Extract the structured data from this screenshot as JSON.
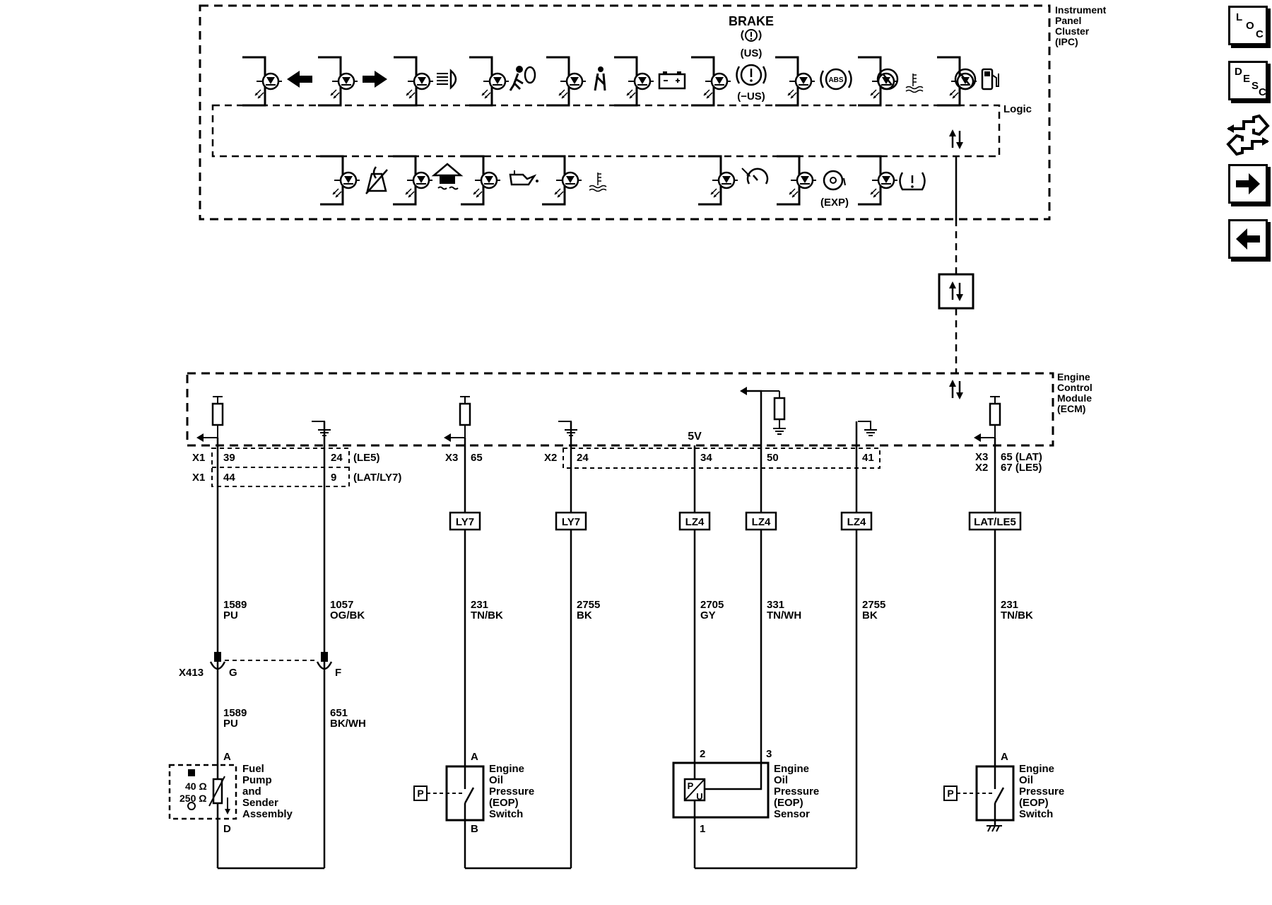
{
  "ipc": {
    "title_lines": [
      "Instrument",
      "Panel",
      "Cluster",
      "(IPC)"
    ],
    "logic_label": "Logic",
    "brake_label": "BRAKE",
    "brake_us": "(US)",
    "brake_nus": "(−US)",
    "exp_label": "(EXP)",
    "abs_label": "ABS"
  },
  "ecm": {
    "title_lines": [
      "Engine",
      "Control",
      "Module",
      "(ECM)"
    ],
    "five_v": "5V"
  },
  "nav": {
    "loc": [
      "L",
      "O",
      "C"
    ],
    "desc": [
      "D",
      "E",
      "S",
      "C"
    ]
  },
  "pins": {
    "x1_a": "X1",
    "p39": "39",
    "p24_a": "24",
    "le5_a": "(LE5)",
    "x1_b": "X1",
    "p44": "44",
    "p9": "9",
    "lat_ly7": "(LAT/LY7)",
    "x3_a": "X3",
    "p65": "65",
    "x2_a": "X2",
    "p24_b": "24",
    "p34": "34",
    "p50": "50",
    "p41": "41",
    "x3_b": "X3",
    "p65_lat": "65 (LAT)",
    "x2_b": "X2",
    "p67_le5": "67 (LE5)"
  },
  "options": {
    "ly7_a": "LY7",
    "ly7_b": "LY7",
    "lz4_a": "LZ4",
    "lz4_b": "LZ4",
    "lz4_c": "LZ4",
    "lat_le5": "LAT/LE5"
  },
  "wires": {
    "w1_num": "1589",
    "w1_col": "PU",
    "w2_num": "1057",
    "w2_col": "OG/BK",
    "w3_num": "231",
    "w3_col": "TN/BK",
    "w4_num": "2755",
    "w4_col": "BK",
    "w5_num": "2705",
    "w5_col": "GY",
    "w6_num": "331",
    "w6_col": "TN/WH",
    "w7_num": "2755",
    "w7_col": "BK",
    "w8_num": "231",
    "w8_col": "TN/BK",
    "w9_num": "1589",
    "w9_col": "PU",
    "w10_num": "651",
    "w10_col": "BK/WH"
  },
  "connector": {
    "name": "X413",
    "pin_g": "G",
    "pin_f": "F"
  },
  "components": {
    "fuel_pump": {
      "lines": [
        "Fuel",
        "Pump",
        "and",
        "Sender",
        "Assembly"
      ],
      "r1": "40 Ω",
      "r2": "250 Ω",
      "pin_a": "A",
      "pin_d": "D"
    },
    "eop_switch_1": {
      "lines": [
        "Engine",
        "Oil",
        "Pressure",
        "(EOP)",
        "Switch"
      ],
      "pin_a": "A",
      "pin_b": "B",
      "p": "P"
    },
    "eop_sensor": {
      "lines": [
        "Engine",
        "Oil",
        "Pressure",
        "(EOP)",
        "Sensor"
      ],
      "pin_2": "2",
      "pin_3": "3",
      "pin_1": "1",
      "p": "P",
      "u": "U"
    },
    "eop_switch_2": {
      "lines": [
        "Engine",
        "Oil",
        "Pressure",
        "(EOP)",
        "Switch"
      ],
      "pin_a": "A",
      "p": "P"
    }
  },
  "colors": {
    "line": "#000000",
    "background": "#ffffff"
  }
}
